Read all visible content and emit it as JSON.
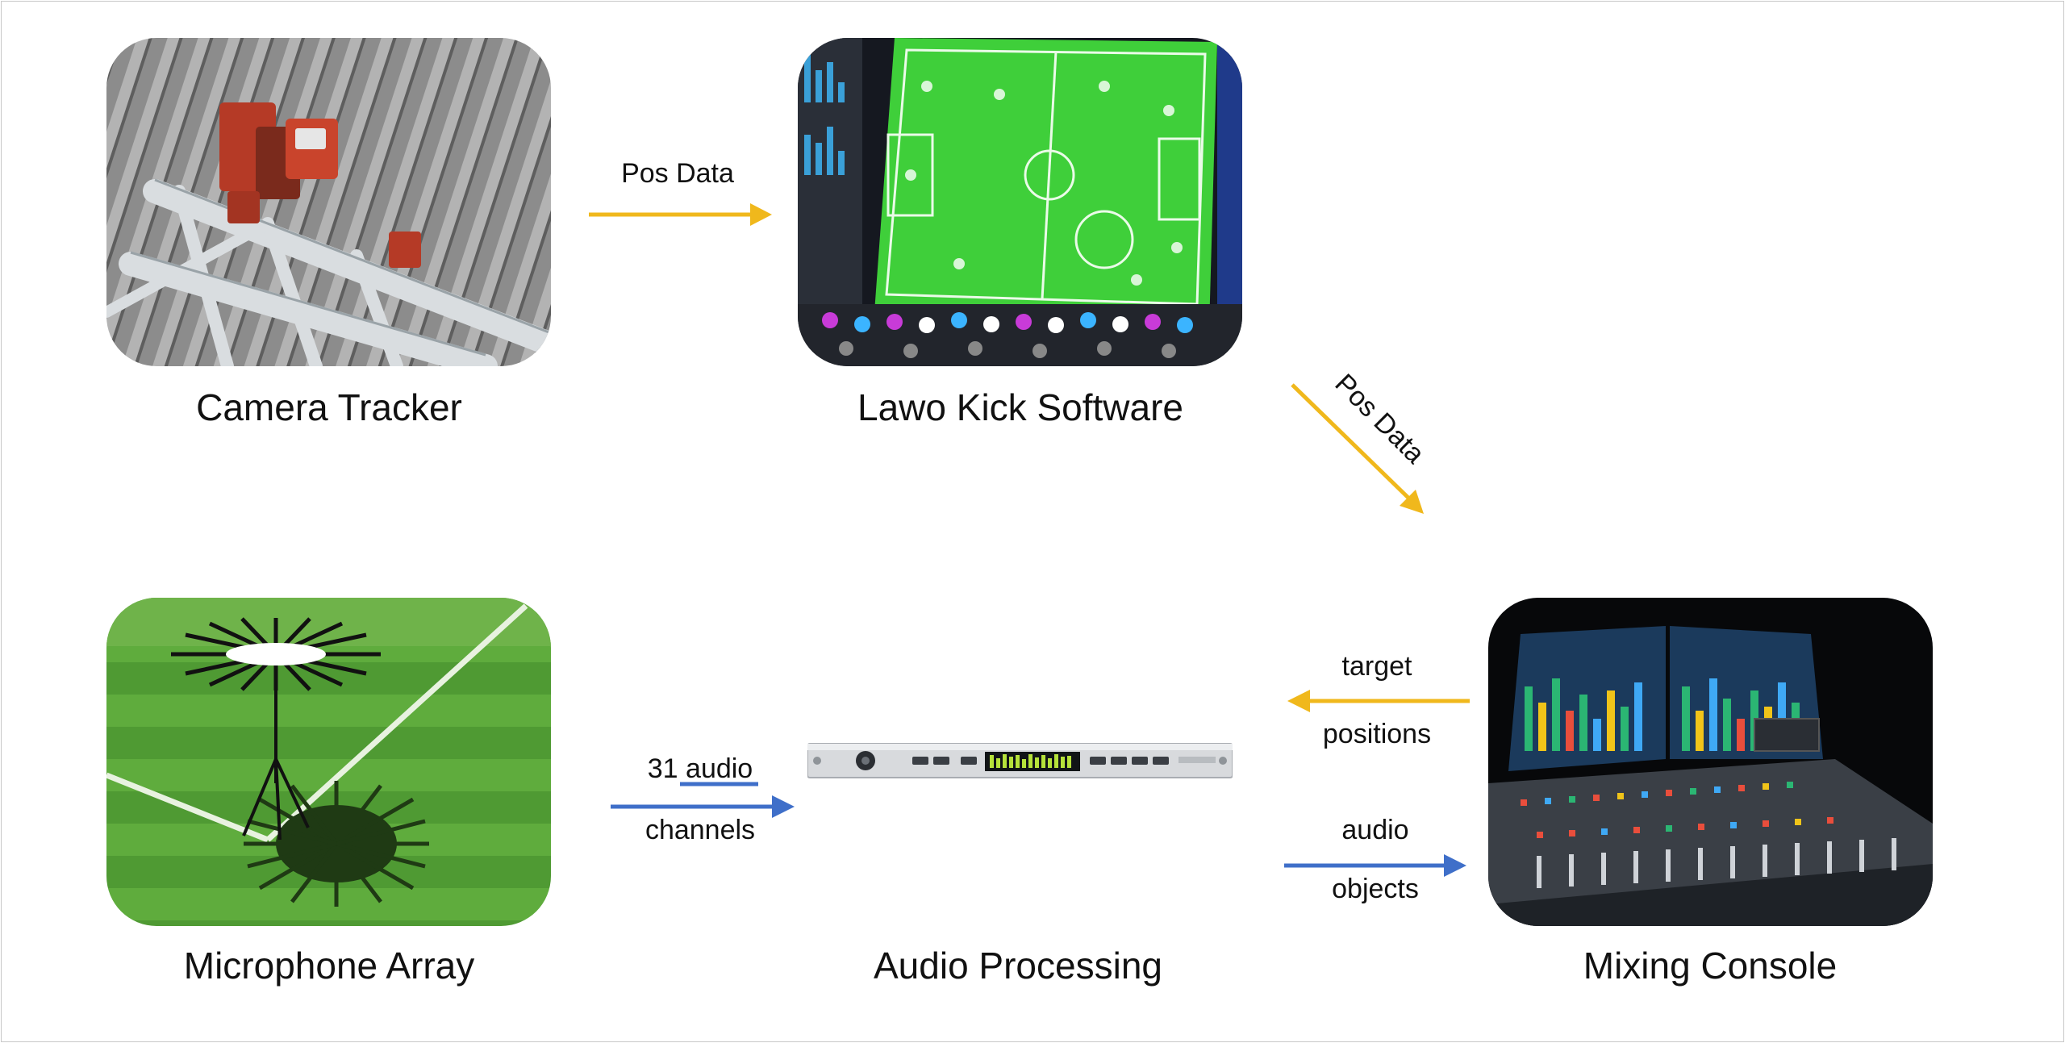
{
  "diagram": {
    "colors": {
      "pos_arrow": "#f0b81c",
      "audio_arrow": "#3f6fc9",
      "text": "#111111",
      "frame": "#c8c8c8"
    },
    "nodes": {
      "camera_tracker": "Camera Tracker",
      "lawo_kick": "Lawo Kick Software",
      "microphone_array": "Microphone Array",
      "audio_processing": "Audio Processing",
      "mixing_console": "Mixing Console"
    },
    "edges": {
      "camera_to_lawo": "Pos Data",
      "lawo_to_console": "Pos Data",
      "console_to_processing_line1": "target",
      "console_to_processing_line2": "positions",
      "mic_to_processing_line1": "31 audio",
      "mic_to_processing_line2": "channels",
      "processing_to_console_line1": "audio",
      "processing_to_console_line2": "objects"
    }
  }
}
